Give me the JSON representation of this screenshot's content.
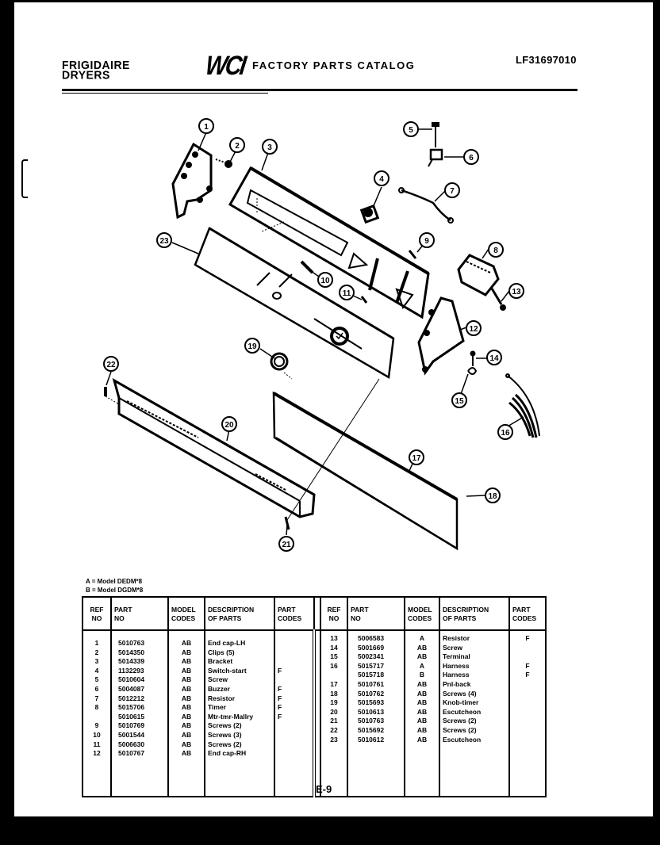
{
  "header": {
    "brand_line1": "FRIGIDAIRE",
    "brand_line2": "DRYERS",
    "logo": "WCI",
    "title": "FACTORY PARTS CATALOG",
    "catalog_code": "LF31697010"
  },
  "legend": {
    "line_a": "A = Model DEDM*8",
    "line_b": "B = Model DGDM*8"
  },
  "diagram": {
    "callouts": [
      {
        "ref": "1"
      },
      {
        "ref": "2"
      },
      {
        "ref": "3"
      },
      {
        "ref": "4"
      },
      {
        "ref": "5"
      },
      {
        "ref": "6"
      },
      {
        "ref": "7"
      },
      {
        "ref": "8"
      },
      {
        "ref": "9"
      },
      {
        "ref": "10"
      },
      {
        "ref": "11"
      },
      {
        "ref": "12"
      },
      {
        "ref": "13"
      },
      {
        "ref": "14"
      },
      {
        "ref": "15"
      },
      {
        "ref": "16"
      },
      {
        "ref": "17"
      },
      {
        "ref": "18"
      },
      {
        "ref": "19"
      },
      {
        "ref": "20"
      },
      {
        "ref": "21"
      },
      {
        "ref": "22"
      },
      {
        "ref": "23"
      }
    ]
  },
  "table": {
    "headers": {
      "ref_no_1": "REF",
      "ref_no_2": "NO",
      "part_no_1": "PART",
      "part_no_2": "NO",
      "model_codes_1": "MODEL",
      "model_codes_2": "CODES",
      "description_1": "DESCRIPTION",
      "description_2": "OF PARTS",
      "part_codes_1": "PART",
      "part_codes_2": "CODES"
    },
    "left_rows": [
      {
        "ref": "1",
        "part_no": "5010763",
        "model": "AB",
        "desc": "End cap-LH",
        "code": ""
      },
      {
        "ref": "2",
        "part_no": "5014350",
        "model": "AB",
        "desc": "Clips (5)",
        "code": ""
      },
      {
        "ref": "3",
        "part_no": "5014339",
        "model": "AB",
        "desc": "Bracket",
        "code": ""
      },
      {
        "ref": "4",
        "part_no": "1132293",
        "model": "AB",
        "desc": "Switch-start",
        "code": "F"
      },
      {
        "ref": "5",
        "part_no": "5010604",
        "model": "AB",
        "desc": "Screw",
        "code": ""
      },
      {
        "ref": "6",
        "part_no": "5004087",
        "model": "AB",
        "desc": "Buzzer",
        "code": "F"
      },
      {
        "ref": "7",
        "part_no": "5012212",
        "model": "AB",
        "desc": "Resistor",
        "code": "F"
      },
      {
        "ref": "8",
        "part_no": "5015706",
        "model": "AB",
        "desc": "Timer",
        "code": "F"
      },
      {
        "ref": "",
        "part_no": "5010615",
        "model": "AB",
        "desc": "Mtr-tmr-Mallry",
        "code": "F"
      },
      {
        "ref": "9",
        "part_no": "5010769",
        "model": "AB",
        "desc": "Screws (2)",
        "code": ""
      },
      {
        "ref": "10",
        "part_no": "5001544",
        "model": "AB",
        "desc": "Screws (3)",
        "code": ""
      },
      {
        "ref": "11",
        "part_no": "5006630",
        "model": "AB",
        "desc": "Screws (2)",
        "code": ""
      },
      {
        "ref": "12",
        "part_no": "5010767",
        "model": "AB",
        "desc": "End cap-RH",
        "code": ""
      }
    ],
    "right_rows": [
      {
        "ref": "13",
        "part_no": "5006583",
        "model": "A",
        "desc": "Resistor",
        "code": "F"
      },
      {
        "ref": "14",
        "part_no": "5001669",
        "model": "AB",
        "desc": "Screw",
        "code": ""
      },
      {
        "ref": "15",
        "part_no": "5002341",
        "model": "AB",
        "desc": "Terminal",
        "code": ""
      },
      {
        "ref": "16",
        "part_no": "5015717",
        "model": "A",
        "desc": "Harness",
        "code": "F"
      },
      {
        "ref": "",
        "part_no": "5015718",
        "model": "B",
        "desc": "Harness",
        "code": "F"
      },
      {
        "ref": "17",
        "part_no": "5010761",
        "model": "AB",
        "desc": "Pnl-back",
        "code": ""
      },
      {
        "ref": "18",
        "part_no": "5010762",
        "model": "AB",
        "desc": "Screws (4)",
        "code": ""
      },
      {
        "ref": "19",
        "part_no": "5015693",
        "model": "AB",
        "desc": "Knob-timer",
        "code": ""
      },
      {
        "ref": "20",
        "part_no": "5010613",
        "model": "AB",
        "desc": "Escutcheon",
        "code": ""
      },
      {
        "ref": "21",
        "part_no": "5010763",
        "model": "AB",
        "desc": "Screws (2)",
        "code": ""
      },
      {
        "ref": "22",
        "part_no": "5015692",
        "model": "AB",
        "desc": "Screws (2)",
        "code": ""
      },
      {
        "ref": "23",
        "part_no": "5010612",
        "model": "AB",
        "desc": "Escutcheon",
        "code": ""
      }
    ]
  },
  "footer": {
    "page_number": "E-9"
  }
}
